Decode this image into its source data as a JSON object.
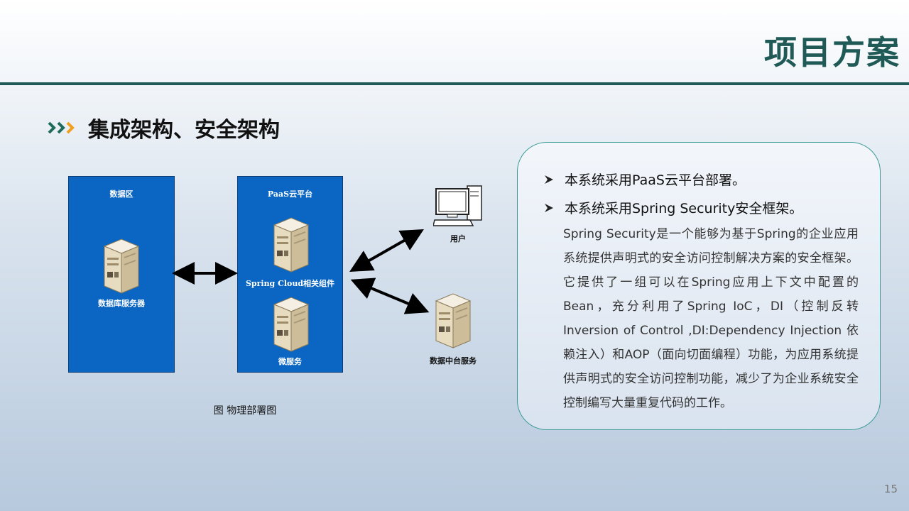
{
  "header": {
    "title": "项目方案"
  },
  "section": {
    "title": "集成架构、安全架构"
  },
  "diagram": {
    "panels": {
      "data_zone": {
        "label": "数据区",
        "server_label": "数据库服务器"
      },
      "paas": {
        "label": "PaaS云平台",
        "component_label": "Spring Cloud相关组件",
        "micro_label": "微服务"
      }
    },
    "nodes": {
      "user": "用户",
      "data_center": "数据中台服务"
    },
    "caption": "图 物理部署图"
  },
  "info": {
    "bullets": [
      "本系统采用PaaS云平台部署。",
      "本系统采用Spring  Security安全框架。"
    ],
    "body": "Spring  Security是一个能够为基于Spring的企业应用系统提供声明式的安全访问控制解决方案的安全框架。它提供了一组可以在Spring应用上下文中配置的Bean，充分利用了Spring IoC，DI（控制反转Inversion of Control ,DI:Dependency Injection 依赖注入）和AOP（面向切面编程）功能，为应用系统提供声明式的安全访问控制功能，减少了为企业系统安全控制编写大量重复代码的工作。"
  },
  "page_number": "15",
  "colors": {
    "brand": "#1f5a56",
    "panel_blue": "#0a66c2",
    "chevron_green": "#1f6b5a",
    "chevron_orange": "#f0a020"
  }
}
